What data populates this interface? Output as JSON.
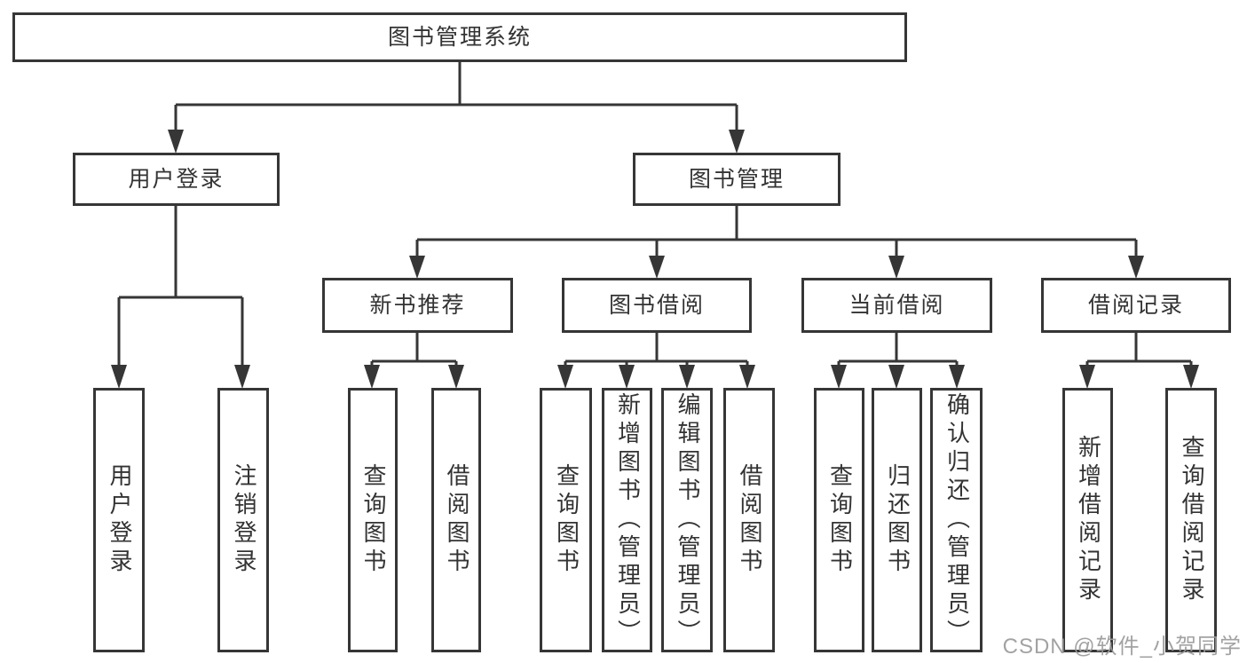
{
  "root": {
    "label": "图书管理系统"
  },
  "branches": [
    {
      "label": "用户登录",
      "children": [
        {
          "label": "用户登录"
        },
        {
          "label": "注销登录"
        }
      ]
    },
    {
      "label": "图书管理",
      "children": [
        {
          "label": "新书推荐",
          "children": [
            {
              "label": "查询图书"
            },
            {
              "label": "借阅图书"
            }
          ]
        },
        {
          "label": "图书借阅",
          "children": [
            {
              "label": "查询图书"
            },
            {
              "label": "新增图书（管理员）"
            },
            {
              "label": "编辑图书（管理员）"
            },
            {
              "label": "借阅图书"
            }
          ]
        },
        {
          "label": "当前借阅",
          "children": [
            {
              "label": "查询图书"
            },
            {
              "label": "归还图书"
            },
            {
              "label": "确认归还（管理员）"
            }
          ]
        },
        {
          "label": "借阅记录",
          "children": [
            {
              "label": "新增借阅记录"
            },
            {
              "label": "查询借阅记录"
            }
          ]
        }
      ]
    }
  ],
  "watermark": {
    "text": "CSDN @软件_小贺同学"
  },
  "colors": {
    "line": "#363636",
    "text": "#333333",
    "box_background": "#ffffff",
    "watermark": "#9b9b9b"
  }
}
